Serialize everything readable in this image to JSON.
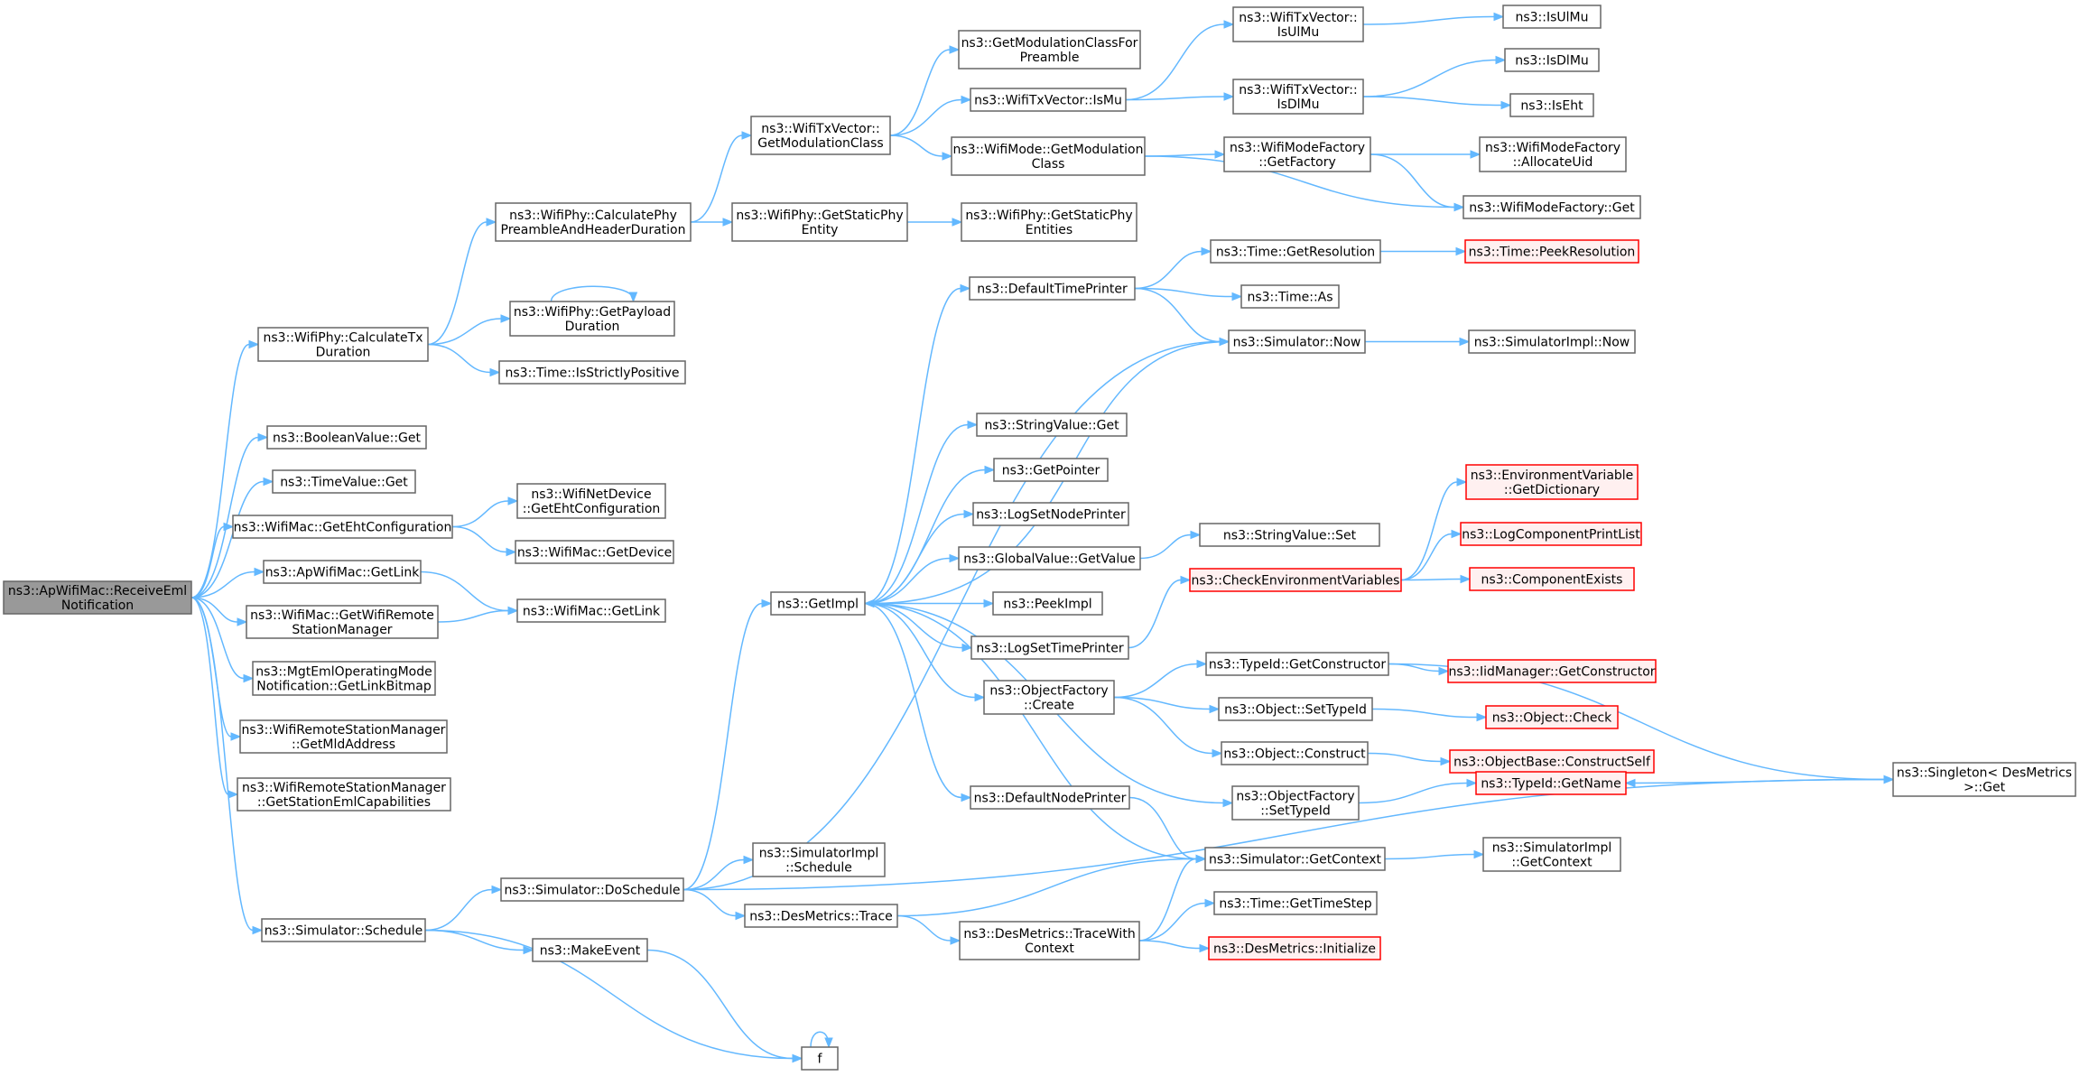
{
  "nodes": [
    {
      "id": "receive",
      "lines": [
        "ns3::ApWifiMac::ReceiveEml",
        "Notification"
      ],
      "style": "root"
    },
    {
      "id": "calcTx",
      "lines": [
        "ns3::WifiPhy::CalculateTx",
        "Duration"
      ]
    },
    {
      "id": "boolGet",
      "lines": [
        "ns3::BooleanValue::Get"
      ]
    },
    {
      "id": "timeGet",
      "lines": [
        "ns3::TimeValue::Get"
      ]
    },
    {
      "id": "getEht",
      "lines": [
        "ns3::WifiMac::GetEhtConfiguration"
      ]
    },
    {
      "id": "apGetLink",
      "lines": [
        "ns3::ApWifiMac::GetLink"
      ]
    },
    {
      "id": "getRsm",
      "lines": [
        "ns3::WifiMac::GetWifiRemote",
        "StationManager"
      ]
    },
    {
      "id": "linkBitmap",
      "lines": [
        "ns3::MgtEmlOperatingMode",
        "Notification::GetLinkBitmap"
      ]
    },
    {
      "id": "mldAddr",
      "lines": [
        "ns3::WifiRemoteStationManager",
        "::GetMldAddress"
      ]
    },
    {
      "id": "emlCap",
      "lines": [
        "ns3::WifiRemoteStationManager",
        "::GetStationEmlCapabilities"
      ]
    },
    {
      "id": "schedule",
      "lines": [
        "ns3::Simulator::Schedule"
      ]
    },
    {
      "id": "preamble",
      "lines": [
        "ns3::WifiPhy::CalculatePhy",
        "PreambleAndHeaderDuration"
      ]
    },
    {
      "id": "payload",
      "lines": [
        "ns3::WifiPhy::GetPayload",
        "Duration"
      ]
    },
    {
      "id": "strictPos",
      "lines": [
        "ns3::Time::IsStrictlyPositive"
      ]
    },
    {
      "id": "netdevEht",
      "lines": [
        "ns3::WifiNetDevice",
        "::GetEhtConfiguration"
      ]
    },
    {
      "id": "getDevice",
      "lines": [
        "ns3::WifiMac::GetDevice"
      ]
    },
    {
      "id": "macGetLink",
      "lines": [
        "ns3::WifiMac::GetLink"
      ]
    },
    {
      "id": "doSchedule",
      "lines": [
        "ns3::Simulator::DoSchedule"
      ]
    },
    {
      "id": "makeEvent",
      "lines": [
        "ns3::MakeEvent"
      ]
    },
    {
      "id": "txvModClass",
      "lines": [
        "ns3::WifiTxVector::",
        "GetModulationClass"
      ]
    },
    {
      "id": "staticPhy",
      "lines": [
        "ns3::WifiPhy::GetStaticPhy",
        "Entity"
      ]
    },
    {
      "id": "getImpl",
      "lines": [
        "ns3::GetImpl"
      ]
    },
    {
      "id": "implSchedule",
      "lines": [
        "ns3::SimulatorImpl",
        "::Schedule"
      ]
    },
    {
      "id": "dmTrace",
      "lines": [
        "ns3::DesMetrics::Trace"
      ]
    },
    {
      "id": "f",
      "lines": [
        "f"
      ]
    },
    {
      "id": "modForPreamble",
      "lines": [
        "ns3::GetModulationClassFor",
        "Preamble"
      ]
    },
    {
      "id": "txvIsMu",
      "lines": [
        "ns3::WifiTxVector::IsMu"
      ]
    },
    {
      "id": "modeModClass",
      "lines": [
        "ns3::WifiMode::GetModulation",
        "Class"
      ]
    },
    {
      "id": "staticPhyEntities",
      "lines": [
        "ns3::WifiPhy::GetStaticPhy",
        "Entities"
      ]
    },
    {
      "id": "defTimePrinter",
      "lines": [
        "ns3::DefaultTimePrinter"
      ]
    },
    {
      "id": "strGet",
      "lines": [
        "ns3::StringValue::Get"
      ]
    },
    {
      "id": "getPointer",
      "lines": [
        "ns3::GetPointer"
      ]
    },
    {
      "id": "logSetNode",
      "lines": [
        "ns3::LogSetNodePrinter"
      ]
    },
    {
      "id": "gvGetValue",
      "lines": [
        "ns3::GlobalValue::GetValue"
      ]
    },
    {
      "id": "peekImpl",
      "lines": [
        "ns3::PeekImpl"
      ]
    },
    {
      "id": "logSetTime",
      "lines": [
        "ns3::LogSetTimePrinter"
      ]
    },
    {
      "id": "ofCreate",
      "lines": [
        "ns3::ObjectFactory",
        "::Create"
      ]
    },
    {
      "id": "defNodePrinter",
      "lines": [
        "ns3::DefaultNodePrinter"
      ]
    },
    {
      "id": "dmTraceCtx",
      "lines": [
        "ns3::DesMetrics::TraceWith",
        "Context"
      ]
    },
    {
      "id": "txvIsUlMu",
      "lines": [
        "ns3::WifiTxVector::",
        "IsUlMu"
      ]
    },
    {
      "id": "txvIsDlMu",
      "lines": [
        "ns3::WifiTxVector::",
        "IsDlMu"
      ]
    },
    {
      "id": "wmfGetFactory",
      "lines": [
        "ns3::WifiModeFactory",
        "::GetFactory"
      ]
    },
    {
      "id": "getRes",
      "lines": [
        "ns3::Time::GetResolution"
      ]
    },
    {
      "id": "timeAs",
      "lines": [
        "ns3::Time::As"
      ]
    },
    {
      "id": "simNow",
      "lines": [
        "ns3::Simulator::Now"
      ]
    },
    {
      "id": "strSet",
      "lines": [
        "ns3::StringValue::Set"
      ]
    },
    {
      "id": "checkEnv",
      "lines": [
        "ns3::CheckEnvironmentVariables"
      ],
      "style": "red"
    },
    {
      "id": "tidGetCtor",
      "lines": [
        "ns3::TypeId::GetConstructor"
      ]
    },
    {
      "id": "objSetTid",
      "lines": [
        "ns3::Object::SetTypeId"
      ]
    },
    {
      "id": "objConstruct",
      "lines": [
        "ns3::Object::Construct"
      ]
    },
    {
      "id": "ofSetTid",
      "lines": [
        "ns3::ObjectFactory",
        "::SetTypeId"
      ]
    },
    {
      "id": "simGetCtx",
      "lines": [
        "ns3::Simulator::GetContext"
      ]
    },
    {
      "id": "getTimeStep",
      "lines": [
        "ns3::Time::GetTimeStep"
      ]
    },
    {
      "id": "dmInit",
      "lines": [
        "ns3::DesMetrics::Initialize"
      ],
      "style": "red"
    },
    {
      "id": "isUlMu",
      "lines": [
        "ns3::IsUlMu"
      ]
    },
    {
      "id": "isDlMu",
      "lines": [
        "ns3::IsDlMu"
      ]
    },
    {
      "id": "isEht",
      "lines": [
        "ns3::IsEht"
      ]
    },
    {
      "id": "allocUid",
      "lines": [
        "ns3::WifiModeFactory",
        "::AllocateUid"
      ]
    },
    {
      "id": "wmfGet",
      "lines": [
        "ns3::WifiModeFactory::Get"
      ]
    },
    {
      "id": "peekRes",
      "lines": [
        "ns3::Time::PeekResolution"
      ],
      "style": "red"
    },
    {
      "id": "implNow",
      "lines": [
        "ns3::SimulatorImpl::Now"
      ]
    },
    {
      "id": "envDict",
      "lines": [
        "ns3::EnvironmentVariable",
        "::GetDictionary"
      ],
      "style": "red"
    },
    {
      "id": "logCompList",
      "lines": [
        "ns3::LogComponentPrintList"
      ],
      "style": "red"
    },
    {
      "id": "compExists",
      "lines": [
        "ns3::ComponentExists"
      ],
      "style": "red"
    },
    {
      "id": "iidGetCtor",
      "lines": [
        "ns3::IidManager::GetConstructor"
      ],
      "style": "red"
    },
    {
      "id": "objCheck",
      "lines": [
        "ns3::Object::Check"
      ],
      "style": "red"
    },
    {
      "id": "constructSelf",
      "lines": [
        "ns3::ObjectBase::ConstructSelf"
      ],
      "style": "red"
    },
    {
      "id": "implGetCtx",
      "lines": [
        "ns3::SimulatorImpl",
        "::GetContext"
      ]
    },
    {
      "id": "tidGetName",
      "lines": [
        "ns3::TypeId::GetName"
      ],
      "style": "red"
    },
    {
      "id": "singletonGet",
      "lines": [
        "ns3::Singleton< DesMetrics",
        " >::Get"
      ]
    }
  ],
  "edges": [
    [
      "receive",
      "calcTx"
    ],
    [
      "receive",
      "boolGet"
    ],
    [
      "receive",
      "timeGet"
    ],
    [
      "receive",
      "getEht"
    ],
    [
      "receive",
      "apGetLink"
    ],
    [
      "receive",
      "getRsm"
    ],
    [
      "receive",
      "linkBitmap"
    ],
    [
      "receive",
      "mldAddr"
    ],
    [
      "receive",
      "emlCap"
    ],
    [
      "receive",
      "schedule"
    ],
    [
      "calcTx",
      "preamble"
    ],
    [
      "calcTx",
      "payload"
    ],
    [
      "calcTx",
      "strictPos"
    ],
    [
      "getEht",
      "netdevEht"
    ],
    [
      "getEht",
      "getDevice"
    ],
    [
      "apGetLink",
      "macGetLink"
    ],
    [
      "getRsm",
      "macGetLink"
    ],
    [
      "schedule",
      "doSchedule"
    ],
    [
      "schedule",
      "makeEvent"
    ],
    [
      "schedule",
      "f"
    ],
    [
      "preamble",
      "txvModClass"
    ],
    [
      "preamble",
      "staticPhy"
    ],
    [
      "payload",
      "payload"
    ],
    [
      "doSchedule",
      "getImpl"
    ],
    [
      "doSchedule",
      "implSchedule"
    ],
    [
      "doSchedule",
      "dmTrace"
    ],
    [
      "doSchedule",
      "simNow"
    ],
    [
      "doSchedule",
      "singletonGet"
    ],
    [
      "makeEvent",
      "f"
    ],
    [
      "f",
      "f"
    ],
    [
      "txvModClass",
      "modForPreamble"
    ],
    [
      "txvModClass",
      "txvIsMu"
    ],
    [
      "txvModClass",
      "modeModClass"
    ],
    [
      "staticPhy",
      "staticPhyEntities"
    ],
    [
      "getImpl",
      "defTimePrinter"
    ],
    [
      "getImpl",
      "strGet"
    ],
    [
      "getImpl",
      "getPointer"
    ],
    [
      "getImpl",
      "logSetNode"
    ],
    [
      "getImpl",
      "gvGetValue"
    ],
    [
      "getImpl",
      "peekImpl"
    ],
    [
      "getImpl",
      "logSetTime"
    ],
    [
      "getImpl",
      "ofCreate"
    ],
    [
      "getImpl",
      "defNodePrinter"
    ],
    [
      "getImpl",
      "ofSetTid"
    ],
    [
      "getImpl",
      "simGetCtx"
    ],
    [
      "simNow",
      "getImpl"
    ],
    [
      "dmTrace",
      "simGetCtx"
    ],
    [
      "dmTrace",
      "dmTraceCtx"
    ],
    [
      "txvIsMu",
      "txvIsUlMu"
    ],
    [
      "txvIsMu",
      "txvIsDlMu"
    ],
    [
      "modeModClass",
      "wmfGetFactory"
    ],
    [
      "modeModClass",
      "wmfGet"
    ],
    [
      "defTimePrinter",
      "getRes"
    ],
    [
      "defTimePrinter",
      "timeAs"
    ],
    [
      "defTimePrinter",
      "simNow"
    ],
    [
      "gvGetValue",
      "strSet"
    ],
    [
      "logSetTime",
      "checkEnv"
    ],
    [
      "ofCreate",
      "tidGetCtor"
    ],
    [
      "ofCreate",
      "objSetTid"
    ],
    [
      "ofCreate",
      "objConstruct"
    ],
    [
      "defNodePrinter",
      "simGetCtx"
    ],
    [
      "dmTraceCtx",
      "simGetCtx"
    ],
    [
      "dmTraceCtx",
      "getTimeStep"
    ],
    [
      "dmTraceCtx",
      "dmInit"
    ],
    [
      "txvIsUlMu",
      "isUlMu"
    ],
    [
      "txvIsDlMu",
      "isDlMu"
    ],
    [
      "txvIsDlMu",
      "isEht"
    ],
    [
      "wmfGetFactory",
      "allocUid"
    ],
    [
      "wmfGetFactory",
      "wmfGet"
    ],
    [
      "getRes",
      "peekRes"
    ],
    [
      "simNow",
      "implNow"
    ],
    [
      "checkEnv",
      "envDict"
    ],
    [
      "checkEnv",
      "logCompList"
    ],
    [
      "checkEnv",
      "compExists"
    ],
    [
      "tidGetCtor",
      "iidGetCtor"
    ],
    [
      "tidGetCtor",
      "singletonGet"
    ],
    [
      "objSetTid",
      "objCheck"
    ],
    [
      "objConstruct",
      "constructSelf"
    ],
    [
      "ofSetTid",
      "tidGetName"
    ],
    [
      "simGetCtx",
      "implGetCtx"
    ],
    [
      "constructSelf",
      "tidGetName"
    ],
    [
      "tidGetName",
      "singletonGet"
    ]
  ]
}
